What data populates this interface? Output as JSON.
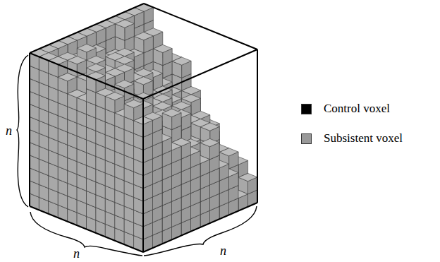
{
  "diagram": {
    "labels": [
      "n",
      "n",
      "n"
    ],
    "legend": [
      {
        "text": "Control voxel",
        "color": "#000000"
      },
      {
        "text": "Subsistent voxel",
        "color": "#999999"
      }
    ]
  }
}
